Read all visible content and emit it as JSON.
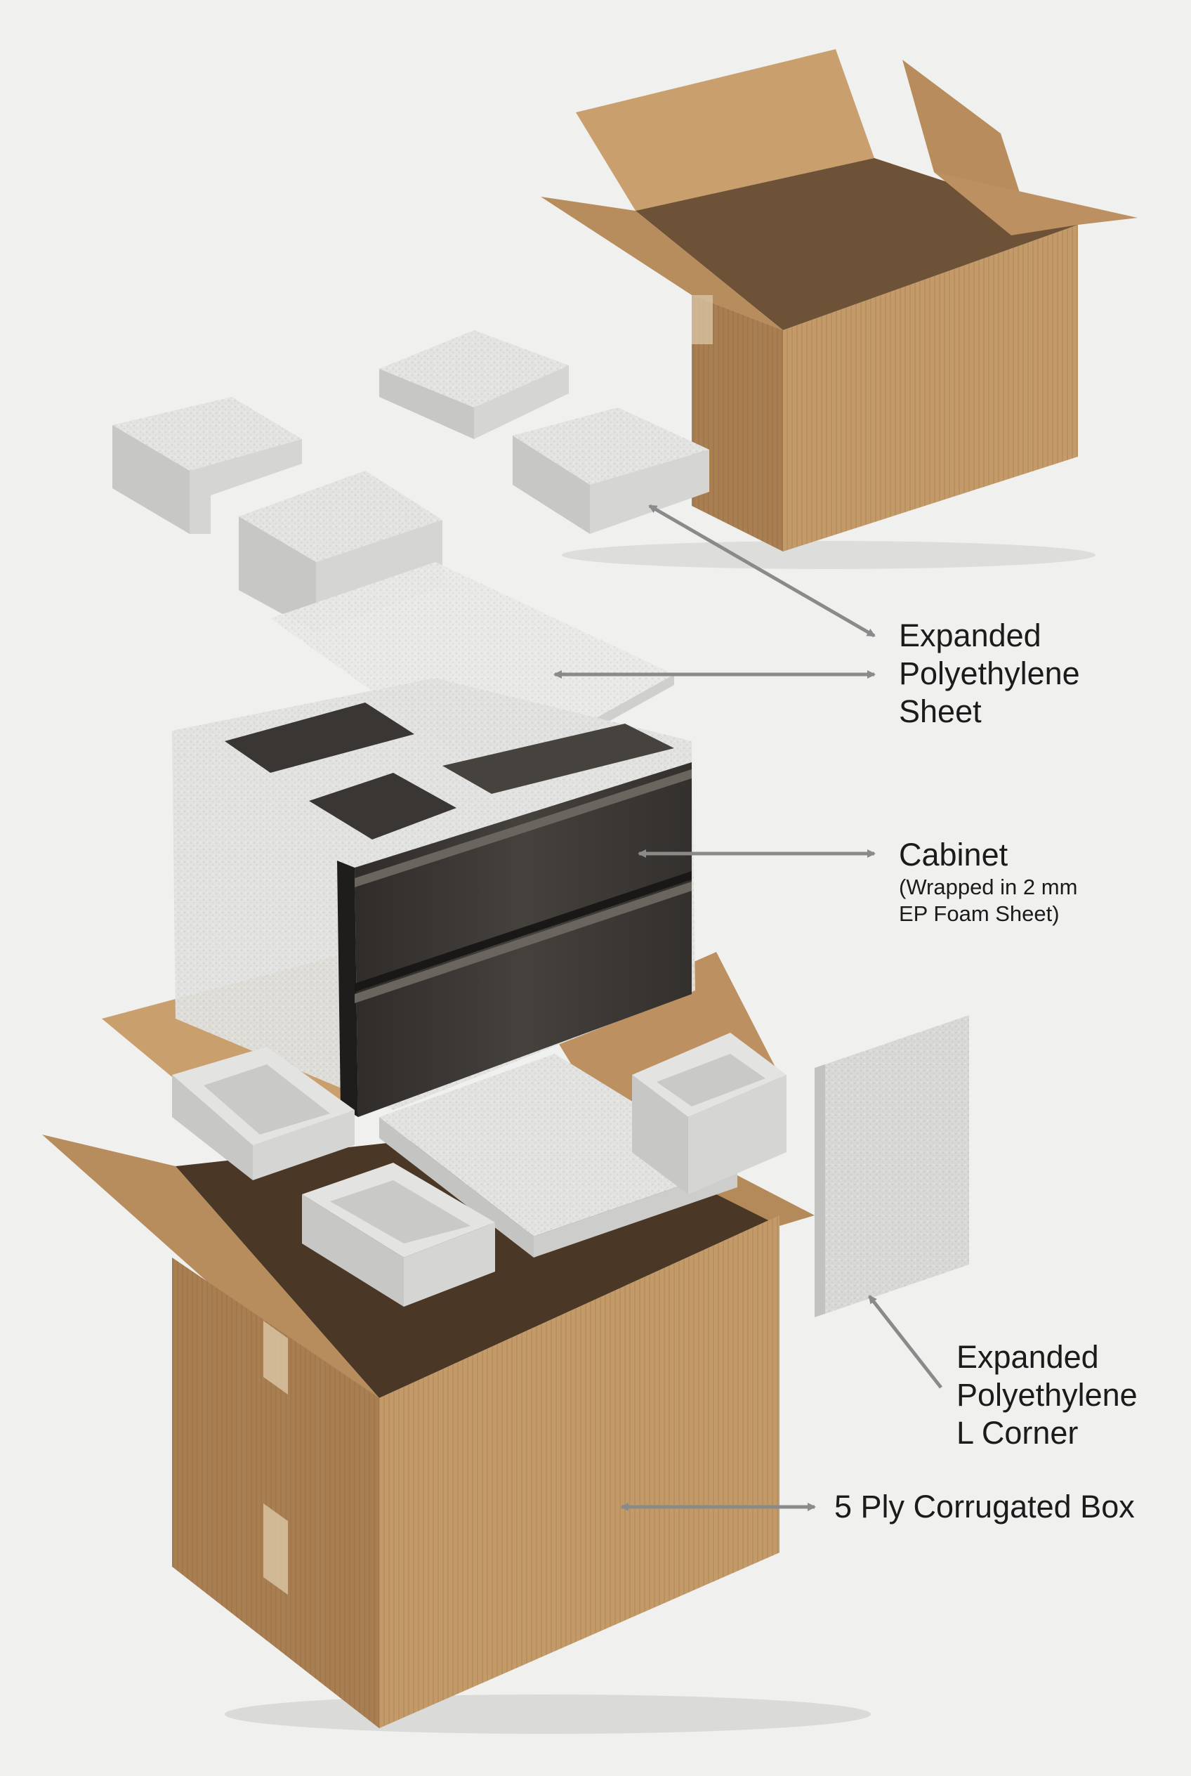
{
  "labels": {
    "epe_sheet": [
      "Expanded",
      "Polyethylene",
      "Sheet"
    ],
    "cabinet": {
      "title": "Cabinet",
      "sub": [
        "(Wrapped in 2 mm",
        "EP Foam Sheet)"
      ]
    },
    "epe_corner": [
      "Expanded",
      "Polyethylene",
      "L Corner"
    ],
    "box": "5 Ply Corrugated Box"
  },
  "colors": {
    "background": "#f0f0ef",
    "cardboard_front": "#c49a68",
    "cardboard_side": "#a97f52",
    "cardboard_inside": "#5b4431",
    "foam": "#e3e3e1",
    "foam_shade": "#c7c7c5",
    "cabinet_wood": "#3c3936",
    "text": "#1b1b1b",
    "arrow": "#8a8a8a"
  }
}
